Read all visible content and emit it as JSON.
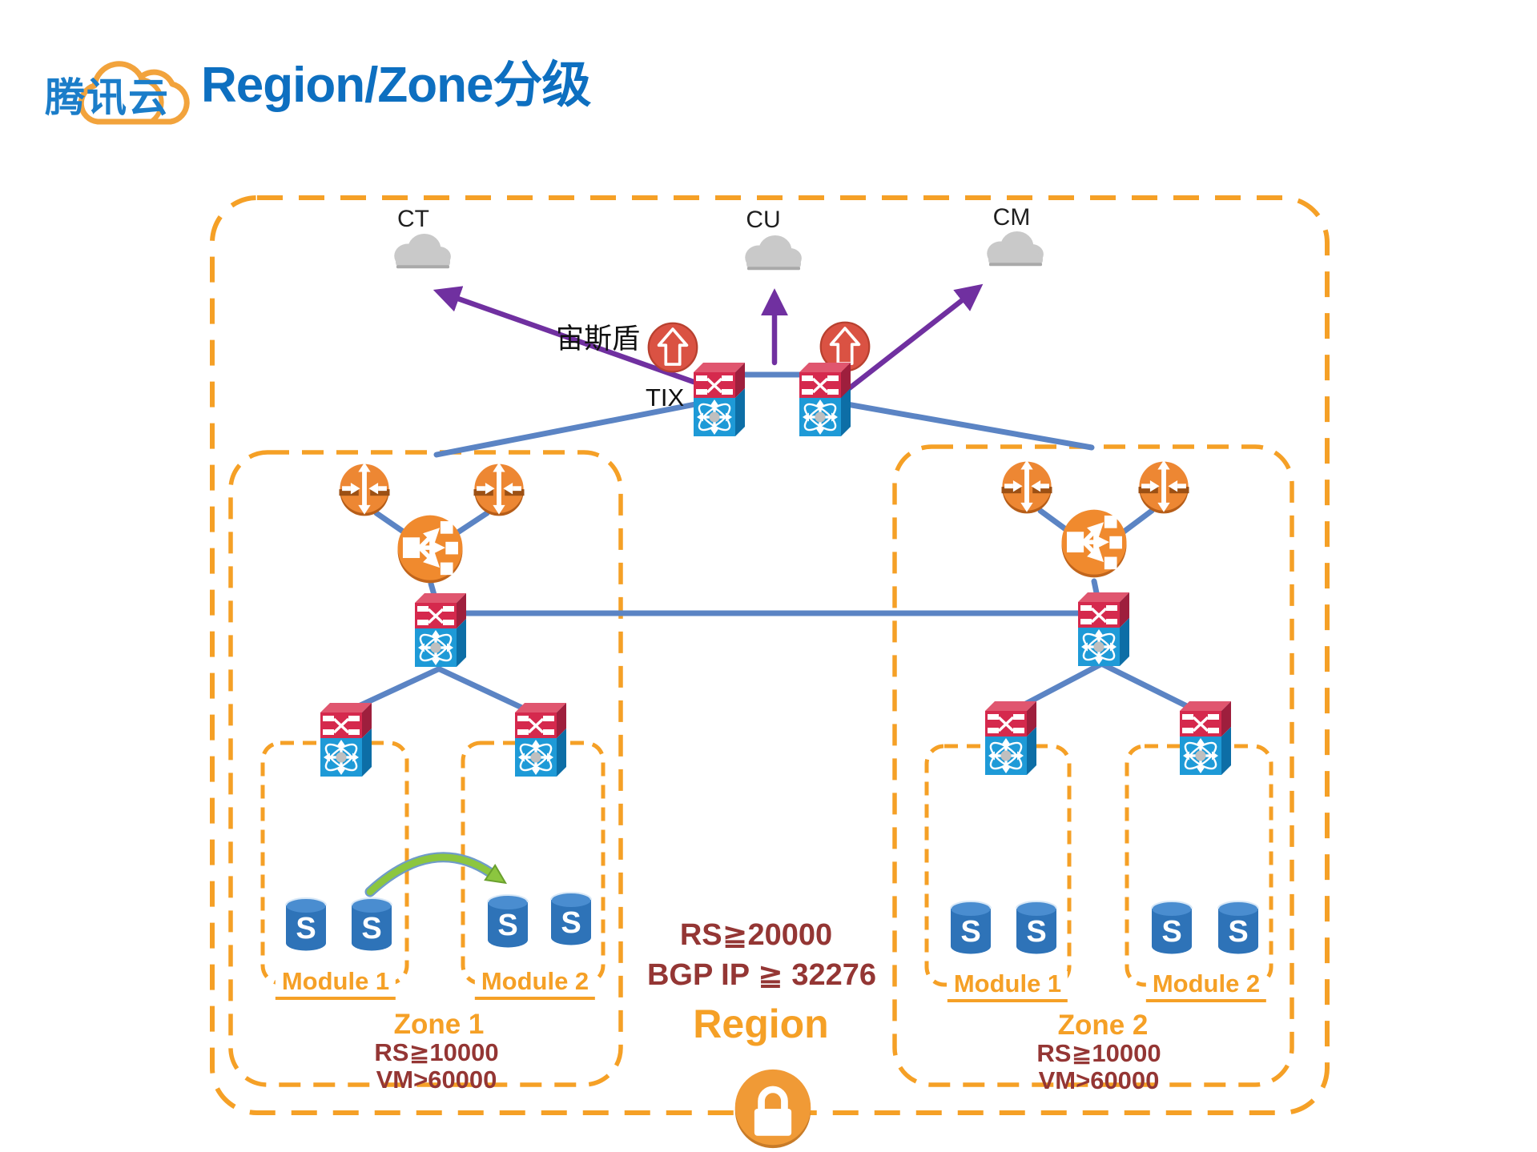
{
  "header": {
    "logo": "腾讯云",
    "title": "Region/Zone分级"
  },
  "clouds": {
    "ct": "CT",
    "cu": "CU",
    "cm": "CM"
  },
  "edge": {
    "aegis": "宙斯盾",
    "tix": "TIX"
  },
  "region": {
    "name": "Region",
    "rs": "RS≧20000",
    "bgp": "BGP IP ≧ 32276"
  },
  "zones": [
    {
      "name": "Zone 1",
      "rs": "RS≧10000",
      "vm": "VM>60000",
      "modules": [
        "Module 1",
        "Module 2"
      ]
    },
    {
      "name": "Zone 2",
      "rs": "RS≧10000",
      "vm": "VM>60000",
      "modules": [
        "Module 1",
        "Module 2"
      ]
    }
  ],
  "db_letter": "S",
  "colors": {
    "accent_orange": "#F5A026",
    "dark_red": "#943634",
    "title_blue": "#0d6fc0",
    "line_blue": "#5b84c4",
    "arrow_purple": "#7030A0",
    "node_orange": "#ED8733",
    "aegis_red": "#DA5243",
    "switch_red": "#D5294D",
    "switch_blue": "#1E9AD7",
    "db_blue": "#2E73B8",
    "migration_green": "#8CC63F",
    "cloud_gray": "#C9C9C9"
  }
}
